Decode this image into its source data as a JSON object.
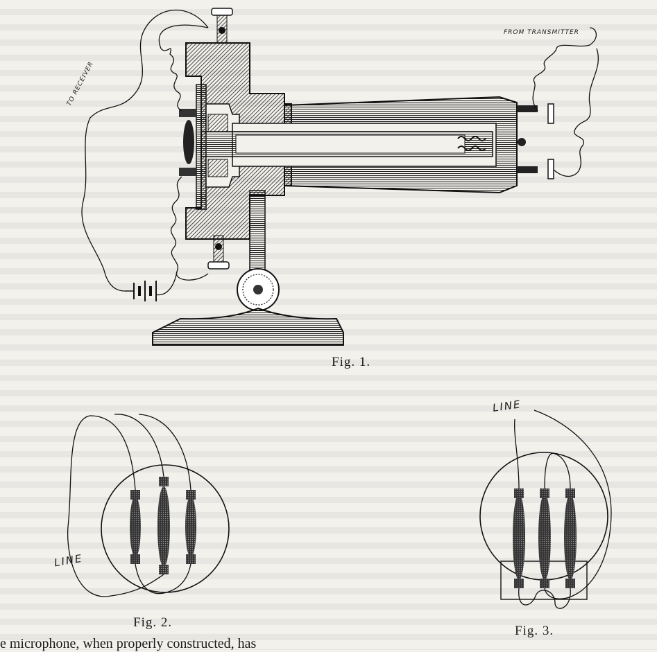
{
  "fig1": {
    "caption": "Fig. 1.",
    "label_from_transmitter": "FROM TRANSMITTER",
    "label_to_receiver": "TO RECEIVER"
  },
  "fig2": {
    "caption": "Fig. 2.",
    "label_line": "LINE"
  },
  "fig3": {
    "caption": "Fig. 3.",
    "label_line": "LINE"
  },
  "footer_text": {
    "left": "e microphone, when properly constructed, has"
  }
}
